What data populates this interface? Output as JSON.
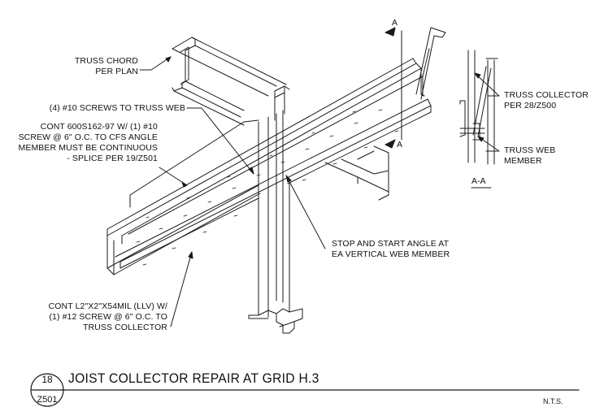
{
  "detail": {
    "number": "18",
    "sheet": "Z501",
    "title": "JOIST COLLECTOR REPAIR AT GRID H.3",
    "scale": "N.T.S."
  },
  "notes": {
    "truss_chord": "TRUSS CHORD\nPER PLAN",
    "screws_web": "(4) #10 SCREWS TO TRUSS WEB",
    "cont_600s": "CONT 600S162-97 W/ (1) #10\nSCREW @ 6\" O.C. TO CFS ANGLE\nMEMBER MUST BE CONTINUOUS\n- SPLICE PER 19/Z501",
    "stop_start": "STOP AND START ANGLE AT\nEA VERTICAL WEB MEMBER",
    "cont_l2": "CONT L2\"X2\"X54MIL (LLV) W/\n(1) #12 SCREW @ 6\" O.C. TO\nTRUSS COLLECTOR",
    "truss_collector": "TRUSS COLLECTOR\nPER 28/Z500",
    "truss_web": "TRUSS WEB\nMEMBER"
  },
  "section": {
    "cut_mark": "A",
    "label": "A-A"
  }
}
